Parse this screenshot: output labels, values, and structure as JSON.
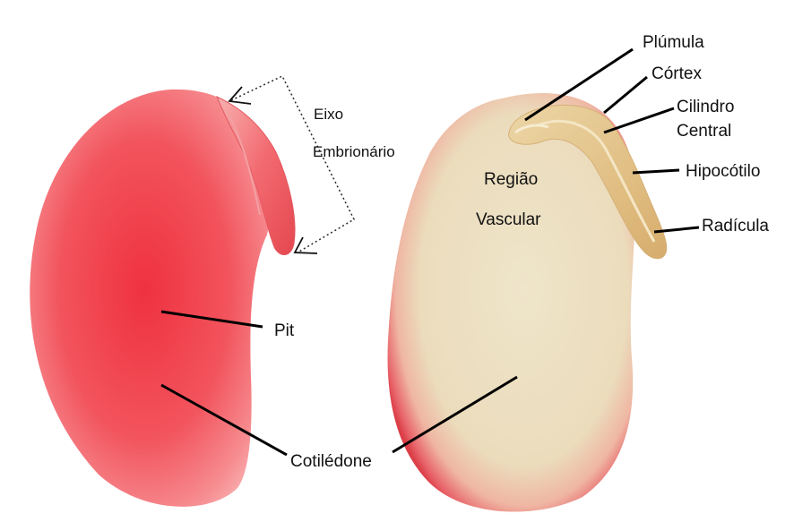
{
  "figure": {
    "left_seed": {
      "labels": {
        "axis_line1": "Eixo",
        "axis_line2": "Embrionário",
        "pit": "Pit",
        "cotyledon": "Cotilédone"
      }
    },
    "right_seed": {
      "labels": {
        "vascular_line1": "Região",
        "vascular_line2": "Vascular",
        "plumule": "Plúmula",
        "cortex": "Córtex",
        "central_cylinder_line1": "Cilindro",
        "central_cylinder_line2": "Central",
        "hypocotyl": "Hipocótilo",
        "radicle": "Radícula"
      }
    },
    "colors": {
      "left_seed_red": "#f03f4a",
      "left_seed_pink": "#f8a2a6",
      "right_seed_rim": "#e14a52",
      "right_seed_cream": "#eee3c7",
      "axis_tan": "#e2c488",
      "leader_line": "#000000"
    }
  }
}
